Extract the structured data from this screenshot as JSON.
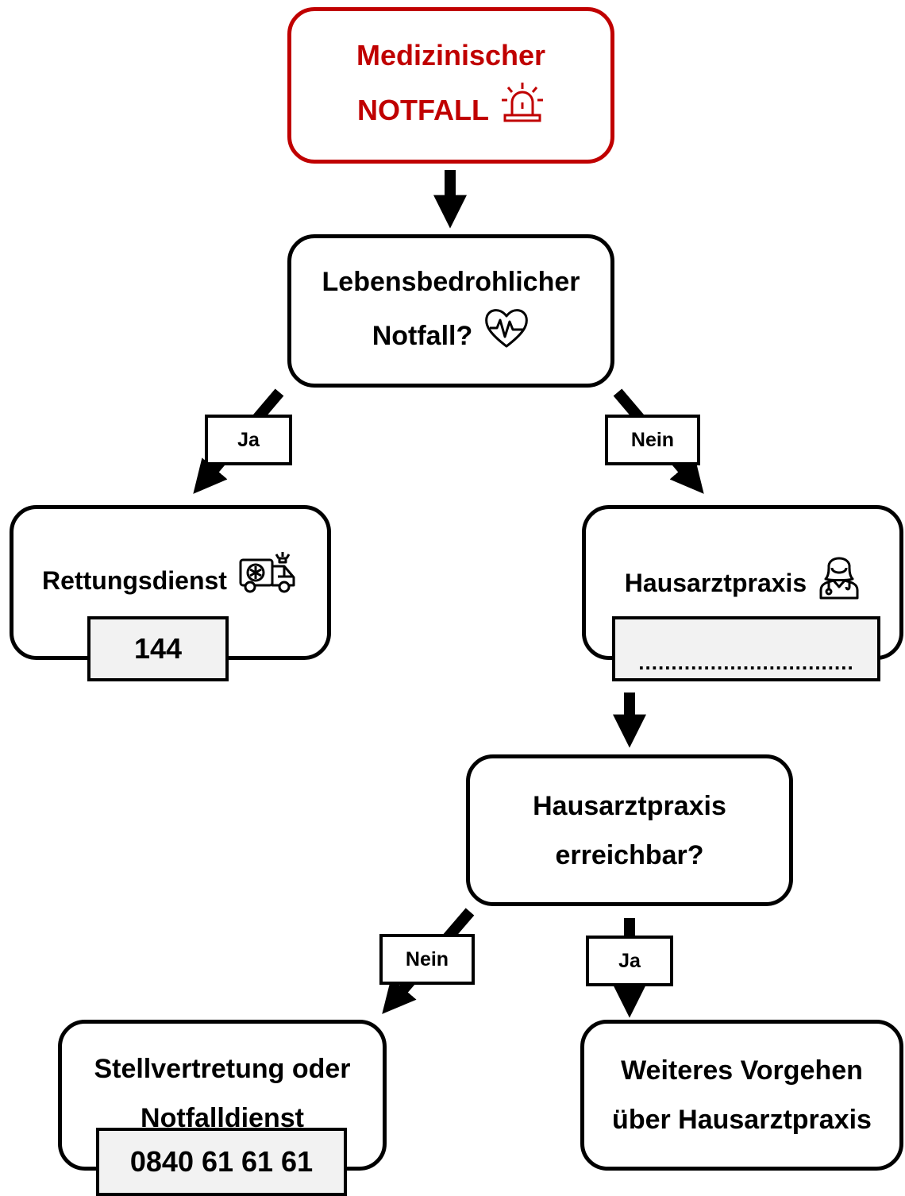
{
  "nodes": {
    "emergency": {
      "line1": "Medizinischer",
      "line2": "NOTFALL"
    },
    "life_threatening": {
      "line1": "Lebensbedrohlicher",
      "line2": "Notfall?"
    },
    "ambulance": {
      "label": "Rettungsdienst",
      "phone": "144"
    },
    "gp_practice": {
      "label": "Hausarztpraxis",
      "phone": "................................."
    },
    "gp_reachable": {
      "line1": "Hausarztpraxis",
      "line2": "erreichbar?"
    },
    "substitute": {
      "line1": "Stellvertretung oder",
      "line2": "Notfalldienst",
      "phone": "0840 61 61 61"
    },
    "further": {
      "line1": "Weiteres Vorgehen",
      "line2": "über Hausarztpraxis"
    }
  },
  "edge_labels": {
    "yes_left": "Ja",
    "no_right": "Nein",
    "no_left": "Nein",
    "yes_right": "Ja"
  },
  "icons": {
    "siren": "siren-icon",
    "heartbeat": "heartbeat-icon",
    "ambulance": "ambulance-icon",
    "doctor": "doctor-icon"
  },
  "colors": {
    "accent": "#c00000",
    "phone_bg": "#f2f2f2"
  }
}
